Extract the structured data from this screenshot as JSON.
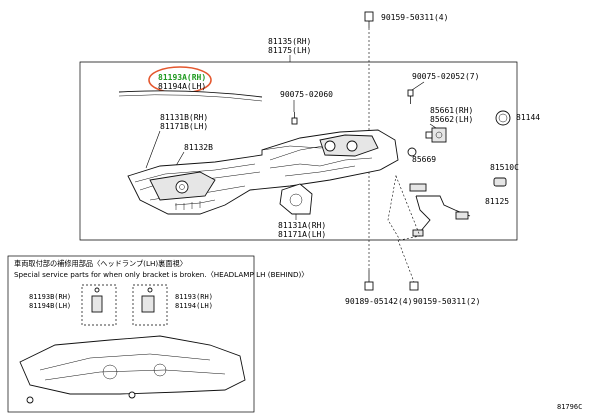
{
  "labels": {
    "top_bolt": "90159-50311(4)",
    "assy_rh": "81135(RH)",
    "assy_lh": "81175(LH)",
    "screw_7": "90075-02052(7)",
    "trim_rh": "81193A(RH)",
    "trim_lh": "81194A(LH)",
    "screw_mid": "90075-02060",
    "unit_b_rh": "81131B(RH)",
    "unit_b_lh": "81171B(LH)",
    "lens": "81132B",
    "motor_rh": "85661(RH)",
    "motor_lh": "85662(LH)",
    "cap": "81144",
    "bulb": "85669",
    "socket": "81510C",
    "wire": "81125",
    "unit_a_rh": "81131A(RH)",
    "unit_a_lh": "81171A(LH)",
    "bracket_b_rh": "81193B(RH)",
    "bracket_b_lh": "81194B(LH)",
    "bracket_rh": "81193(RH)",
    "bracket_lh": "81194(LH)",
    "bolt_bottom_1": "90189-05142(4)",
    "bolt_bottom_2": "90159-50311(2)",
    "figure_code": "81796C"
  },
  "notes": {
    "jp": "車両取付部の補修用部品〈ヘッドランプ(LH)裏面視〉",
    "en": "Special service parts for when only bracket is broken.〈HEADLAMP LH (BEHIND)〉"
  },
  "highlight_color": "#e4572e",
  "highlight_text_color": "#2ab52a"
}
